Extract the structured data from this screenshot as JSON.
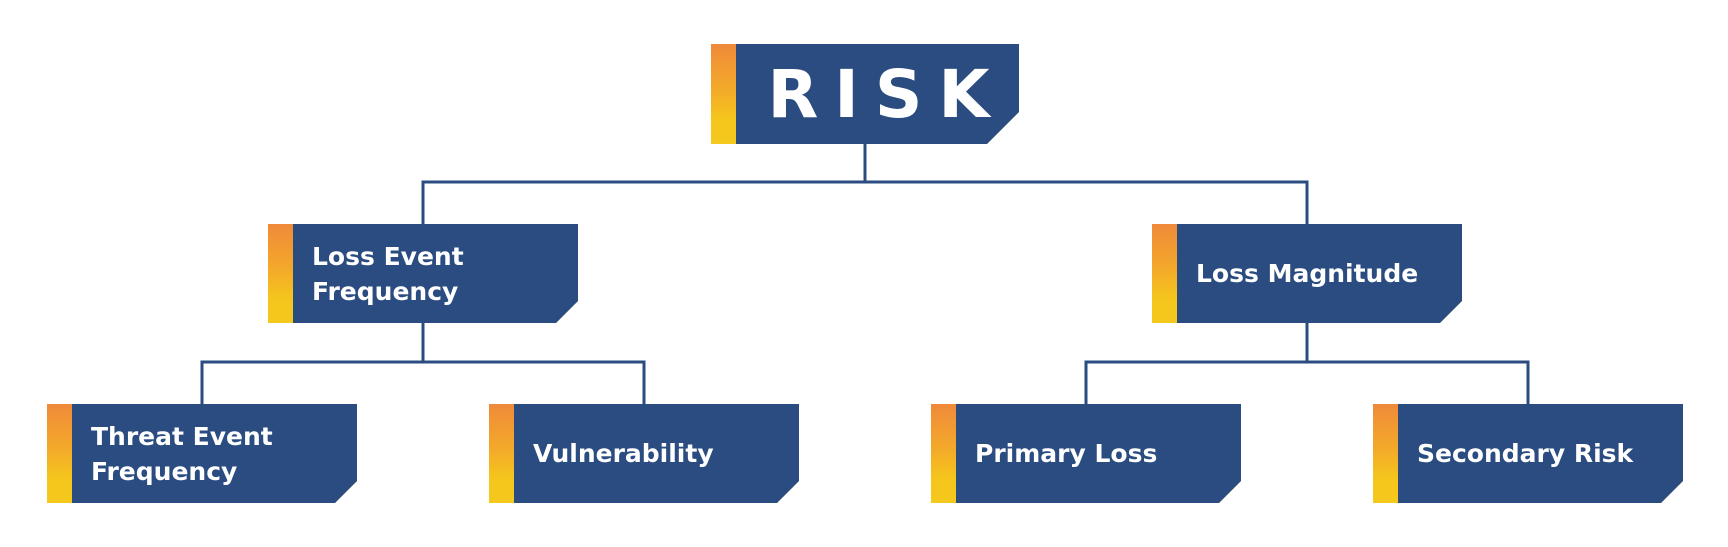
{
  "diagram": {
    "root": {
      "label": "RISK"
    },
    "branches": [
      {
        "label": "Loss Event Frequency",
        "children": [
          {
            "label": "Threat Event Frequency"
          },
          {
            "label": "Vulnerability"
          }
        ]
      },
      {
        "label": "Loss Magnitude",
        "children": [
          {
            "label": "Primary Loss"
          },
          {
            "label": "Secondary Risk"
          }
        ]
      }
    ]
  },
  "colors": {
    "box": "#2a4c80",
    "connector": "#2a4c80",
    "accent_top": "#f08a3a",
    "accent_bottom": "#f5c81d",
    "text": "#ffffff",
    "background": "#ffffff"
  }
}
